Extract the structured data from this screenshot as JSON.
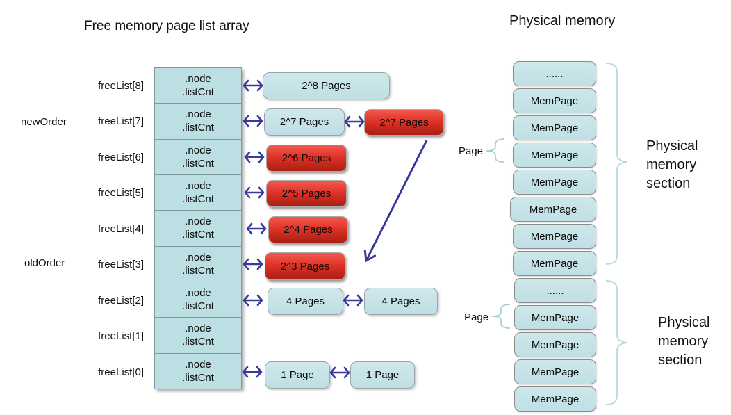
{
  "titles": {
    "left": "Free memory page list array",
    "right": "Physical memory"
  },
  "side_labels": {
    "new_order": "newOrder",
    "old_order": "oldOrder"
  },
  "free_list": {
    "cell_line1": ".node",
    "cell_line2": ".listCnt",
    "rows": [
      {
        "label": "freeList[8]",
        "chain": [
          {
            "text": "2^8 Pages",
            "color": "blue"
          }
        ]
      },
      {
        "label": "freeList[7]",
        "chain": [
          {
            "text": "2^7 Pages",
            "color": "blue"
          },
          {
            "text": "2^7 Pages",
            "color": "red"
          }
        ]
      },
      {
        "label": "freeList[6]",
        "chain": [
          {
            "text": "2^6 Pages",
            "color": "red"
          }
        ]
      },
      {
        "label": "freeList[5]",
        "chain": [
          {
            "text": "2^5 Pages",
            "color": "red"
          }
        ]
      },
      {
        "label": "freeList[4]",
        "chain": [
          {
            "text": "2^4 Pages",
            "color": "red"
          }
        ]
      },
      {
        "label": "freeList[3]",
        "chain": [
          {
            "text": "2^3 Pages",
            "color": "red"
          }
        ]
      },
      {
        "label": "freeList[2]",
        "chain": [
          {
            "text": "4 Pages",
            "color": "blue"
          },
          {
            "text": "4 Pages",
            "color": "blue"
          }
        ]
      },
      {
        "label": "freeList[1]",
        "chain": []
      },
      {
        "label": "freeList[0]",
        "chain": [
          {
            "text": "1 Page",
            "color": "blue"
          },
          {
            "text": "1 Page",
            "color": "blue"
          }
        ]
      }
    ]
  },
  "physical": {
    "page_label": "Page",
    "section_label": {
      "line1": "Physical",
      "line2": "memory",
      "line3": "section"
    },
    "sections": [
      {
        "boxes": [
          "......",
          "MemPage",
          "MemPage",
          "MemPage",
          "MemPage",
          "MemPage",
          "MemPage",
          "MemPage"
        ],
        "page_brace_box_index": 3
      },
      {
        "boxes": [
          "......",
          "MemPage",
          "MemPage",
          "MemPage",
          "MemPage"
        ],
        "page_brace_box_index": 1
      }
    ]
  },
  "colors": {
    "box_blue_fill": "#c6e3e8",
    "box_blue_border": "#9aa4a6",
    "box_red_top": "#f25a50",
    "box_red_bottom": "#a82014",
    "cell_fill": "#bcdfe3",
    "cell_border": "#7e989c",
    "arrow": "#39399b",
    "brace": "#aad2dc",
    "text": "#0a0a0a"
  }
}
